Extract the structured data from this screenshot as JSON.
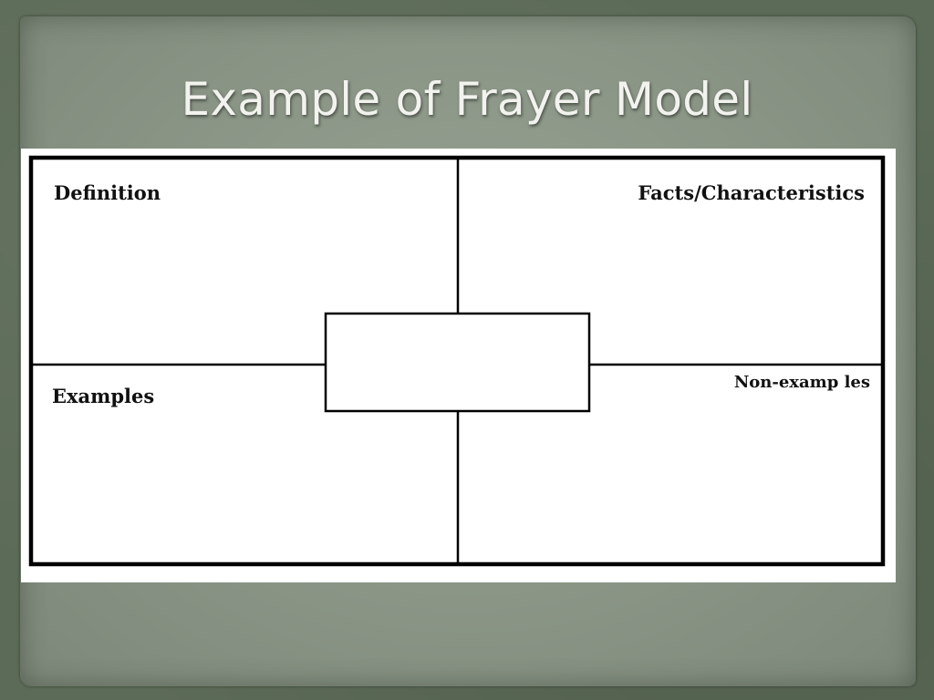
{
  "slide": {
    "title": "Example of Frayer Model"
  },
  "frayer": {
    "definition_label": "Definition",
    "facts_label": "Facts/Characteristics",
    "examples_label": "Examples",
    "non_examples_label": "Non-examp les",
    "center_term": ""
  },
  "colors": {
    "background": "#5c6b57",
    "paper": "#8a9586",
    "title": "#f2f2ee",
    "diagram_bg": "#ffffff",
    "lines": "#000000"
  }
}
